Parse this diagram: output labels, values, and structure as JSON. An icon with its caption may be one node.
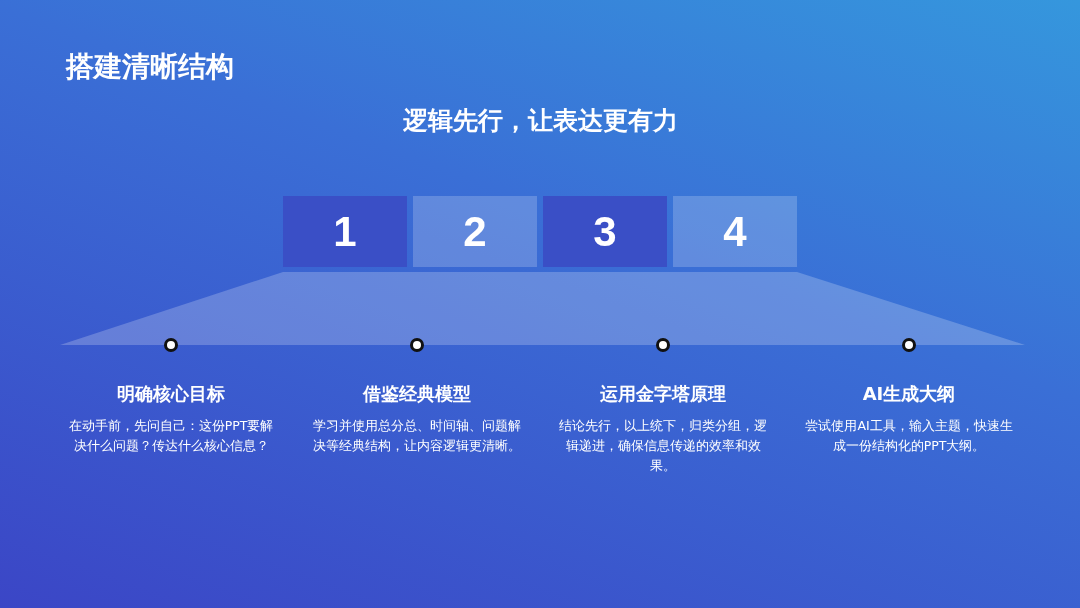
{
  "diagram": {
    "title": "搭建清晰结构",
    "nodes": [
      {
        "text": [
          "1"
        ]
      },
      {
        "text": [
          "2"
        ]
      },
      {
        "text": [
          "3"
        ]
      },
      {
        "text": [
          "4"
        ]
      }
    ],
    "labels": [
      "逻辑先行，让表达更有力",
      "明确核心目标",
      "在动手前，先问自己：这份PPT要解决什么问题？传达什么核心信息？",
      "借鉴经典模型",
      "学习并使用总分总、时间轴、问题解决等经典结构，让内容逻辑更清晰。",
      "运用金字塔原理",
      "结论先行，以上统下，归类分组，逻辑递进，确保信息传递的效率和效果。",
      "AI生成大纲",
      "尝试使用AI工具，输入主题，快速生成一份结构化的PPT大纲。"
    ]
  }
}
